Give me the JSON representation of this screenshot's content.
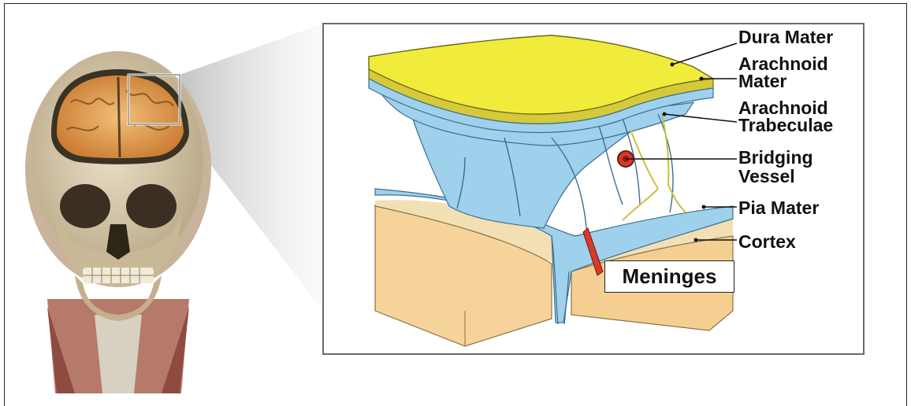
{
  "diagram": {
    "labels": {
      "dura_mater": "Dura Mater",
      "arachnoid_mater_1": "Arachnoid",
      "arachnoid_mater_2": "Mater",
      "arachnoid_trabeculae_1": "Arachnoid",
      "arachnoid_trabeculae_2": "Trabeculae",
      "bridging_vessel_1": "Bridging",
      "bridging_vessel_2": "Vessel",
      "pia_mater": "Pia Mater",
      "cortex": "Cortex",
      "meninges": "Meninges"
    },
    "colors": {
      "dura": "#f1ec3c",
      "arachnoid": "#9fd0ec",
      "cortex": "#f6d39a",
      "vessel": "#d83a2a",
      "skull": "#d9ccb0",
      "brain": "#e6a257",
      "panel_border": "#6a6a6a"
    }
  }
}
